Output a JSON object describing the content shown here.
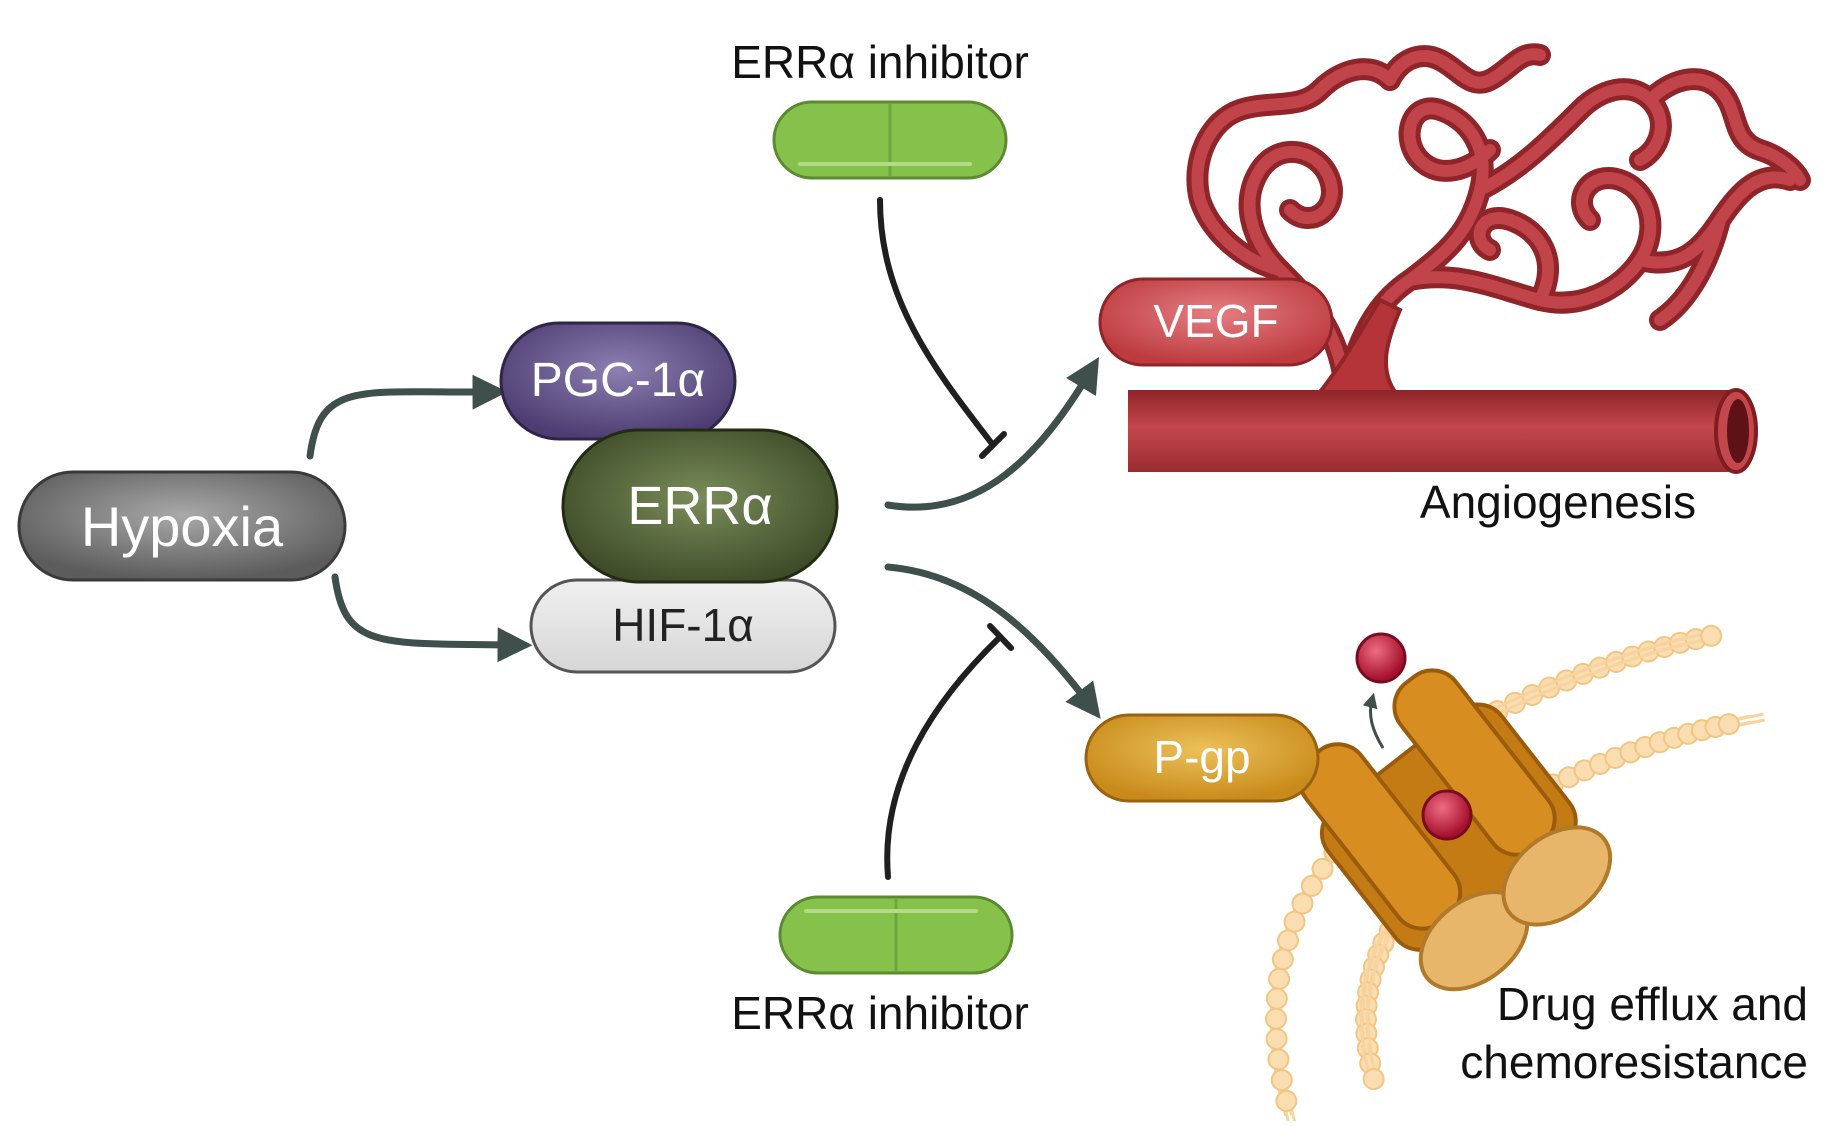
{
  "nodes": {
    "hypoxia": "Hypoxia",
    "pgc1a": "PGC-1α",
    "erra": "ERRα",
    "hif1a": "HIF-1α",
    "vegf": "VEGF",
    "pgp": "P-gp"
  },
  "inhibitor_top_label": "ERRα inhibitor",
  "inhibitor_bottom_label": "ERRα inhibitor",
  "angiogenesis_label": "Angiogenesis",
  "efflux_label_line1": "Drug efflux and",
  "efflux_label_line2": "chemoresistance",
  "colors": {
    "hypoxia": "#6f6f6f",
    "pgc1a": "#5b4a7f",
    "erra": "#4c5a34",
    "hif1a": "#e4e4e4",
    "vegf": "#c9474b",
    "pgp": "#d79a25",
    "pill": "#86c24b",
    "arrow": "#3f4f4c",
    "vessel": "#b4343a",
    "membrane": "#f7cf8e",
    "drug": "#c41f3e"
  }
}
